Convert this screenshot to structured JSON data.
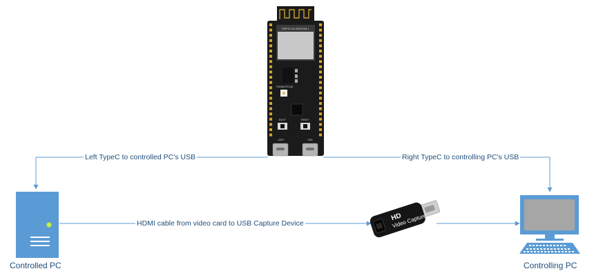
{
  "board": {
    "module_label": "ESP32-S3-WROOM-1",
    "led_label": "RGB@GPIO48",
    "boot_label": "BOOT",
    "reset_label": "RESET",
    "uart_label": "UART",
    "usb_label": "USB"
  },
  "capture_device": {
    "brand_label": "HD",
    "product_label": "Video Capture"
  },
  "connections": {
    "left_usb": "Left TypeC to controlled PC's USB",
    "right_usb": "Right TypeC to controlling PC's USB",
    "hdmi": "HDMI cable from video card to USB Capture Device"
  },
  "nodes": {
    "controlled_pc": "Controlled PC",
    "controlling_pc": "Controlling PC"
  },
  "colors": {
    "line": "#5b9bd5",
    "text": "#1f4e79",
    "pc_body": "#5b9bd5",
    "board": "#1b1b1b",
    "pin": "#d6a531"
  }
}
